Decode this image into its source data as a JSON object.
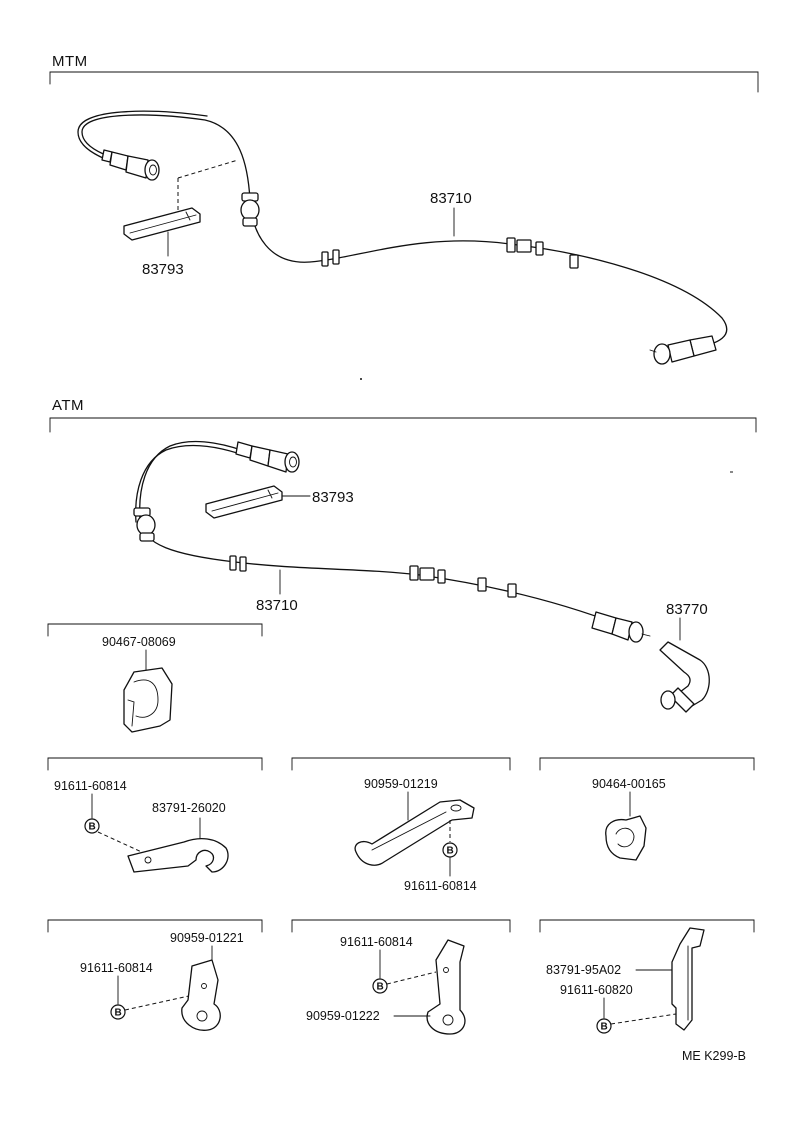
{
  "sections": {
    "mtm": "MTM",
    "atm": "ATM"
  },
  "parts": {
    "mtm_cable": "83710",
    "mtm_clip": "83793",
    "atm_clip": "83793",
    "atm_cable": "83710",
    "atm_adapter": "83770",
    "clamp_a": "90467-08069",
    "bolt_b1": "91611-60814",
    "clamp_b1": "83791-26020",
    "clamp_c": "90959-01219",
    "bolt_c": "91611-60814",
    "clamp_d": "90464-00165",
    "clamp_e": "90959-01221",
    "bolt_e": "91611-60814",
    "bolt_f": "91611-60814",
    "clamp_f": "90959-01222",
    "bracket_g": "83791-95A02",
    "bolt_g": "91611-60820"
  },
  "bolt_mark": "B",
  "diagram_code": "ME K299-B"
}
